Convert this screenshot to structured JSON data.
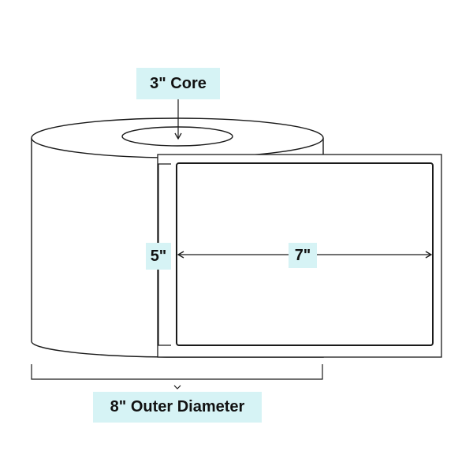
{
  "labels": {
    "core": "3\" Core",
    "label_height": "5\"",
    "label_width": "7\"",
    "outer_diameter": "8\" Outer Diameter"
  },
  "colors": {
    "outline": "#1a1a1a",
    "label_bg": "#d6f3f5",
    "fill": "#ffffff"
  }
}
